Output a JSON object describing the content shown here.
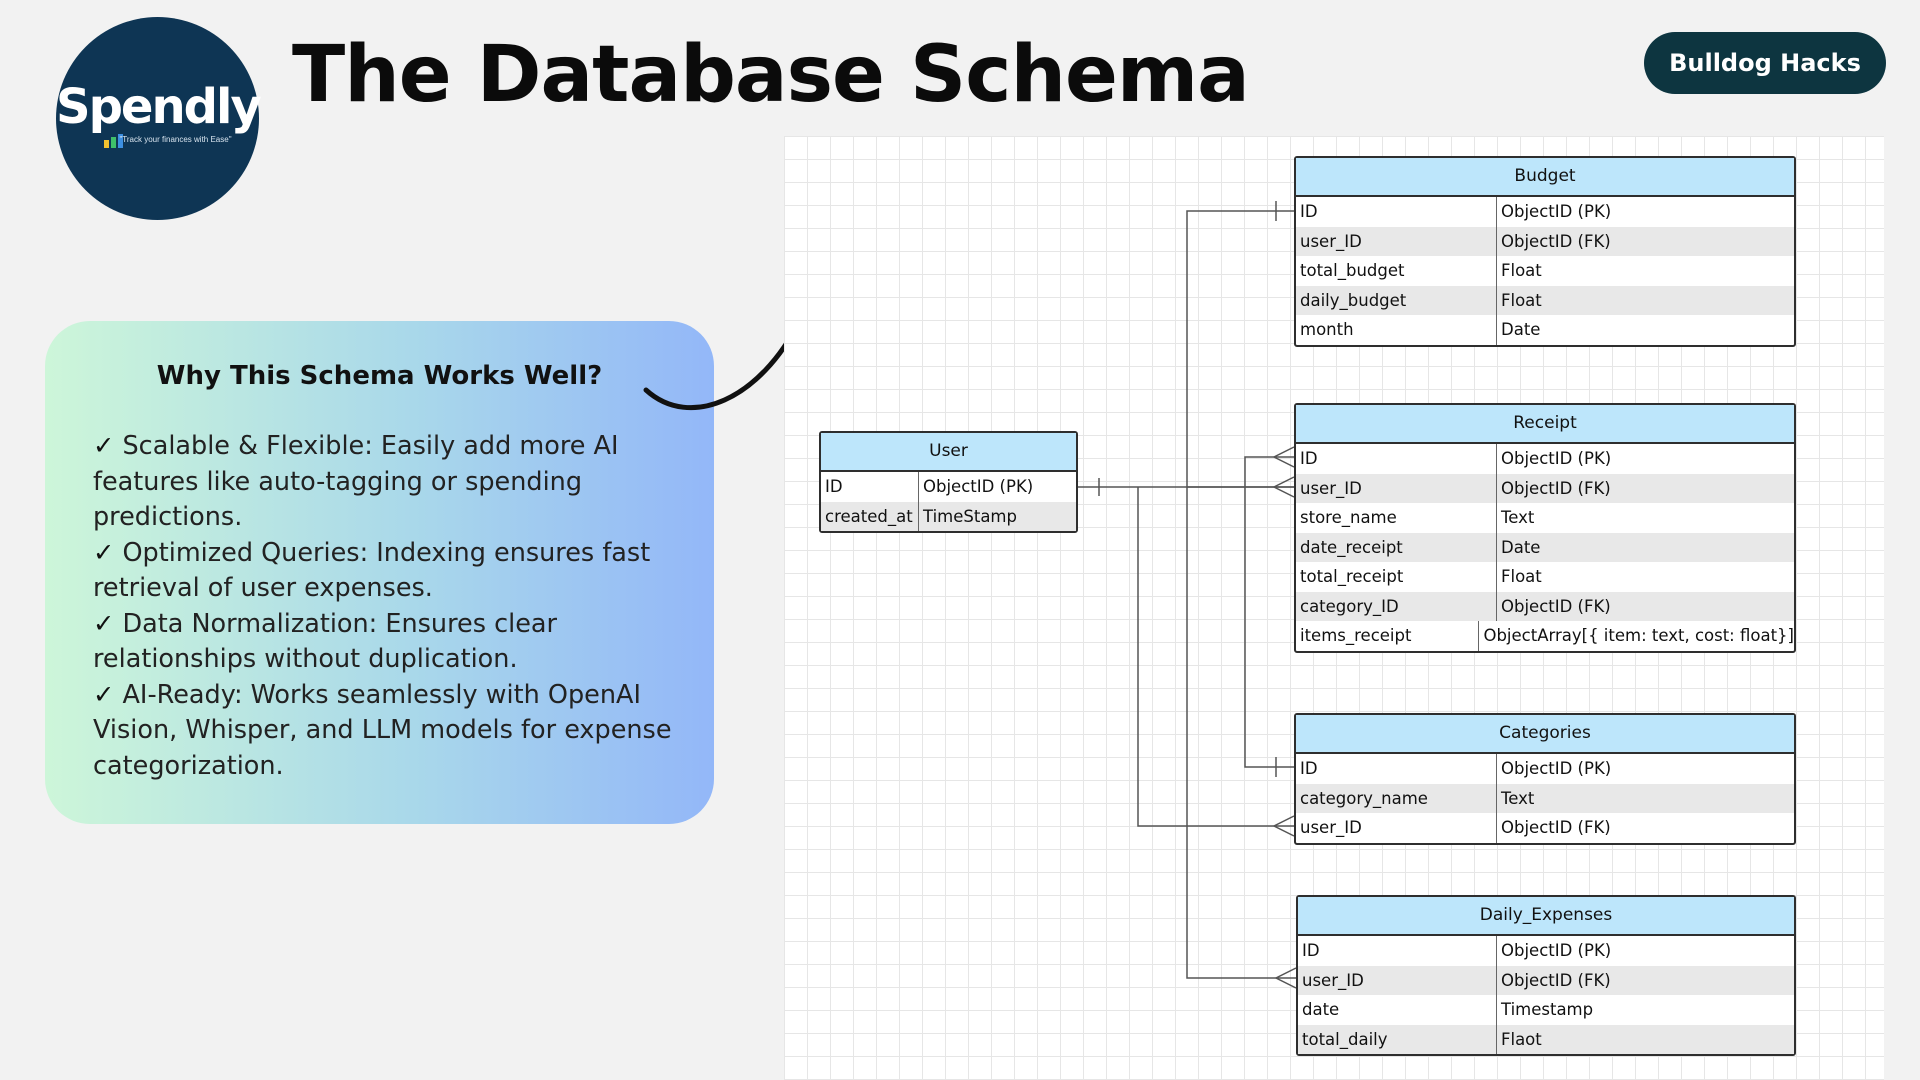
{
  "logo": {
    "name": "Spendly",
    "tagline": "\"Track your finances with Ease\""
  },
  "header": {
    "title": "The Database Schema",
    "badge": "Bulldog Hacks"
  },
  "info": {
    "title": "Why This Schema Works Well?",
    "check": "✓",
    "points": [
      "Scalable & Flexible: Easily add more AI features like auto-tagging or spending predictions.",
      "Optimized Queries: Indexing ensures fast retrieval of user expenses.",
      "Data Normalization: Ensures clear relationships without duplication.",
      "AI-Ready: Works seamlessly with OpenAI Vision, Whisper, and LLM models for expense categorization."
    ]
  },
  "entities": {
    "user": {
      "name": "User",
      "rows": [
        [
          "ID",
          "ObjectID (PK)"
        ],
        [
          "created_at",
          "TimeStamp"
        ]
      ]
    },
    "budget": {
      "name": "Budget",
      "rows": [
        [
          "ID",
          "ObjectID (PK)"
        ],
        [
          "user_ID",
          "ObjectID (FK)"
        ],
        [
          "total_budget",
          "Float"
        ],
        [
          "daily_budget",
          "Float"
        ],
        [
          "month",
          "Date"
        ]
      ]
    },
    "receipt": {
      "name": "Receipt",
      "rows": [
        [
          "ID",
          "ObjectID (PK)"
        ],
        [
          "user_ID",
          "ObjectID (FK)"
        ],
        [
          "store_name",
          "Text"
        ],
        [
          "date_receipt",
          "Date"
        ],
        [
          "total_receipt",
          "Float"
        ],
        [
          "category_ID",
          "ObjectID (FK)"
        ],
        [
          "items_receipt",
          "ObjectArray[{ item: text, cost: float}]"
        ]
      ]
    },
    "categories": {
      "name": "Categories",
      "rows": [
        [
          "ID",
          "ObjectID (PK)"
        ],
        [
          "category_name",
          "Text"
        ],
        [
          "user_ID",
          "ObjectID (FK)"
        ]
      ]
    },
    "daily_expenses": {
      "name": "Daily_Expenses",
      "rows": [
        [
          "ID",
          "ObjectID (PK)"
        ],
        [
          "user_ID",
          "ObjectID (FK)"
        ],
        [
          "date",
          "Timestamp"
        ],
        [
          "total_daily",
          "Flaot"
        ]
      ]
    }
  }
}
